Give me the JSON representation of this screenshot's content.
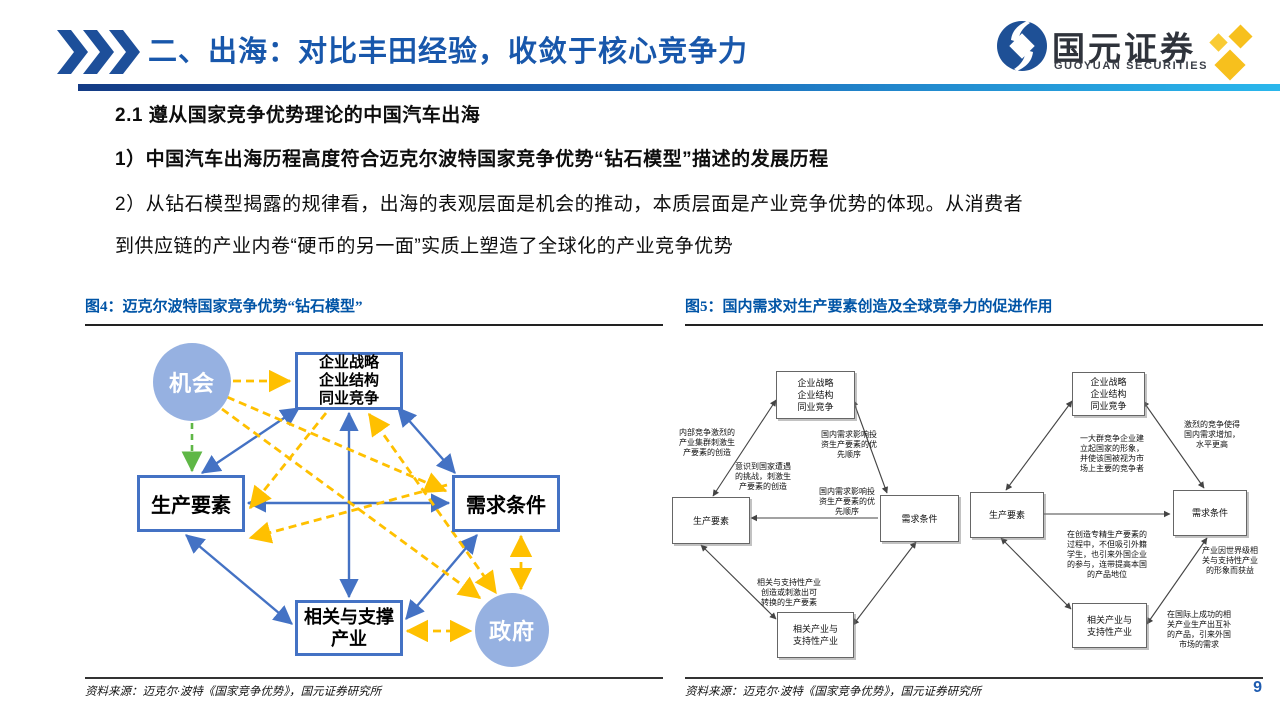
{
  "header": {
    "title": "二、出海：对比丰田经验，收敛于核心竞争力",
    "logo": {
      "cn": "国元证券",
      "en": "GUOYUAN SECURITIES"
    }
  },
  "body": {
    "heading": "2.1 遵从国家竞争优势理论的中国汽车出海",
    "point1": "1）中国汽车出海历程高度符合迈克尔波特国家竞争优势“钻石模型”描述的发展历程",
    "point2_line1": "2）从钻石模型揭露的规律看，出海的表观层面是机会的推动，本质层面是产业竞争优势的体现。从消费者",
    "point2_line2": "到供应链的产业内卷“硬币的另一面”实质上塑造了全球化的产业竞争优势"
  },
  "figure4": {
    "caption": "图4：迈克尔波特国家竞争优势“钻石模型”",
    "nodes": {
      "chance": "机会",
      "strategy": "企业战略\n企业结构\n同业竞争",
      "factors": "生产要素",
      "demand": "需求条件",
      "related": "相关与支撑\n产业",
      "government": "政府"
    },
    "source": "资料来源：迈克尔·波特《国家竞争优势》，国元证券研究所"
  },
  "figure5": {
    "caption": "图5：国内需求对生产要素创造及全球竞争力的促进作用",
    "left": {
      "nodes": {
        "top": "企业战略\n企业结构\n同业竞争",
        "factors": "生产要素",
        "demand": "需求条件",
        "bottom": "相关产业与\n支持性产业"
      },
      "labels": {
        "cluster": "内部竞争激烈的\n产业集群刺激生\n产要素的创造",
        "challenge": "意识到国家遭遇\n的挑战，刺激生\n产要素的创造",
        "invest_top": "国内需求影响投\n资生产要素的优\n先顺序",
        "invest_mid": "国内需求影响投\n资生产要素的优\n先顺序",
        "convert": "相关与支持性产业\n创造或刺激出可\n转换的生产要素"
      }
    },
    "right": {
      "nodes": {
        "top": "企业战略\n企业结构\n同业竞争",
        "factors": "生产要素",
        "demand": "需求条件",
        "bottom": "相关产业与\n支持性产业"
      },
      "labels": {
        "image": "一大群竞争企业建\n立起国家的形象，\n并使该国被视为市\n场上主要的竞争者",
        "competition": "激烈的竞争使得\n国内需求增加，\n水平更高",
        "specialized": "在创造专精生产要素的\n过程中，不但吸引外籍\n学生，也引来外国企业\n的参与，连带提高本国\n的产品地位",
        "benefit": "产业因世界级相\n关与支持性产业\n的形象而获益",
        "complementary": "在国际上成功的相\n关产业生产出互补\n的产品，引来外国\n市场的需求"
      }
    },
    "source": "资料来源：迈克尔·波特《国家竞争优势》，国元证券研究所"
  },
  "footer": {
    "page": "9"
  },
  "colors": {
    "title_blue": "#1857ab",
    "caption_blue": "#0054a6",
    "diagram_blue": "#4472c4",
    "node_fill": "#96b1e1",
    "arrow_yellow": "#ffc000",
    "arrow_green": "#5fb746",
    "bar_gradient_start": "#143b85",
    "bar_gradient_end": "#2ab7ec",
    "page_number_blue": "#1f5cb0",
    "sparkle_yellow": "#f7c01d"
  }
}
